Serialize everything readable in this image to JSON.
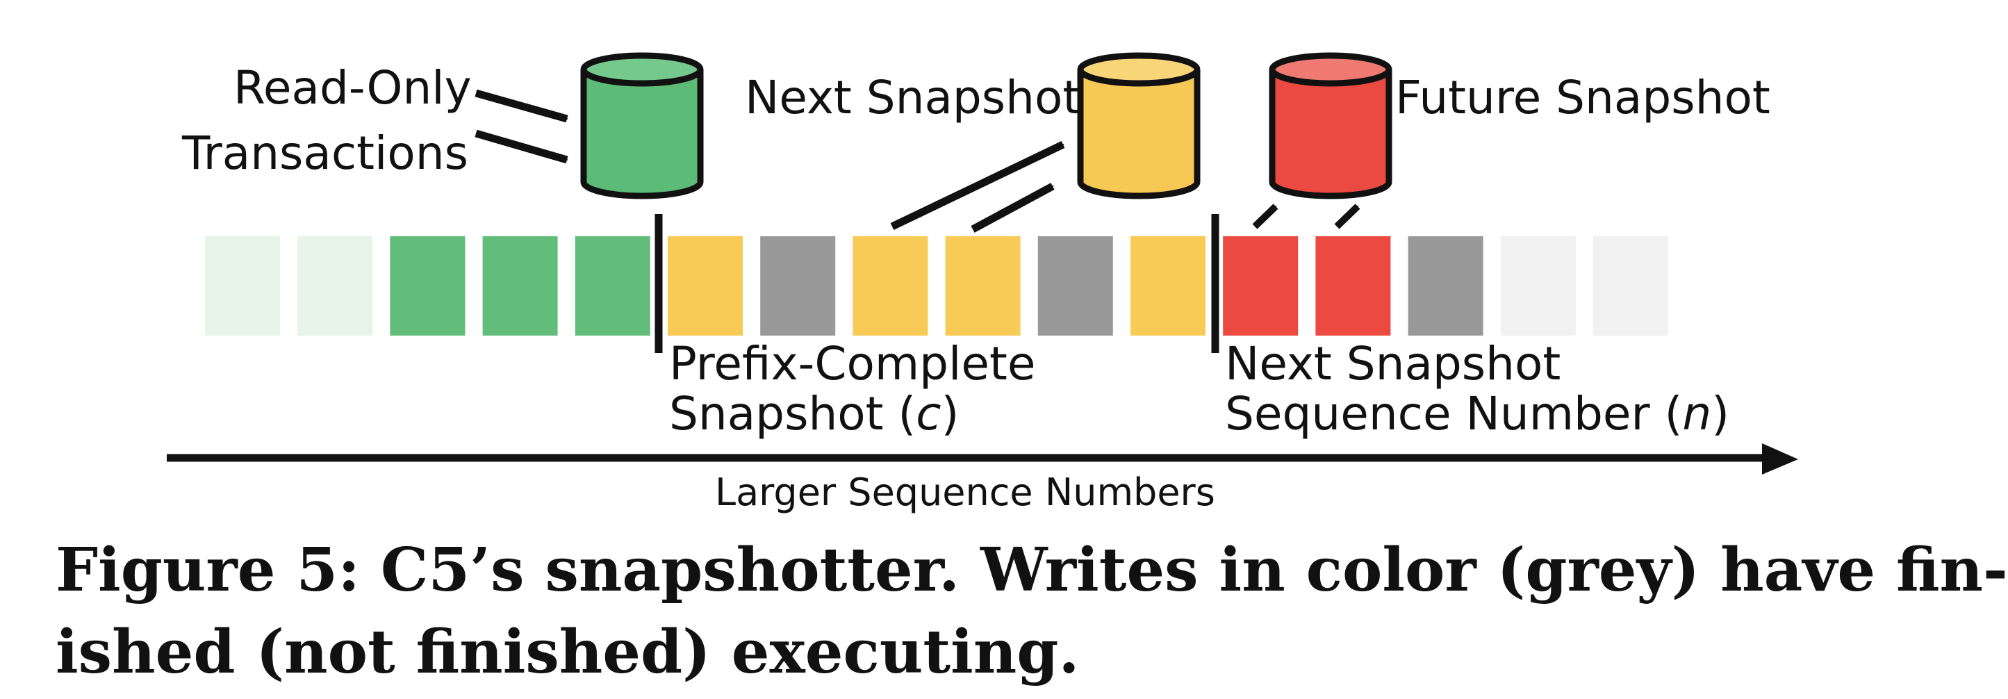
{
  "colors": {
    "green_faint": "#e6f4ea",
    "green": "#61bd79",
    "yellow": "#f7cb56",
    "grey": "#999999",
    "red": "#ec4a40",
    "blank": "#f1f1f1",
    "cyl_green": "#5cbc77",
    "cyl_yellow": "#f6c955",
    "cyl_red": "#ea4a3f",
    "stroke": "#111111"
  },
  "sequence": {
    "cells": [
      "green_faint",
      "green_faint",
      "green",
      "green",
      "green",
      "yellow",
      "grey",
      "yellow",
      "yellow",
      "grey",
      "yellow",
      "red",
      "red",
      "grey",
      "blank",
      "blank"
    ]
  },
  "snapshots": {
    "read_only_line1": "Read-Only",
    "read_only_line2": "Transactions",
    "next": "Next Snapshot",
    "future": "Future Snapshot"
  },
  "markers": {
    "prefix_line1": "Prefix-Complete",
    "prefix_line2_text": "Snapshot (",
    "prefix_var": "c",
    "prefix_close": ")",
    "next_line1": "Next Snapshot",
    "next_line2_text": "Sequence Number (",
    "next_var": "n",
    "next_close": ")"
  },
  "axis": {
    "label": "Larger Sequence Numbers"
  },
  "caption": {
    "line1": "Figure 5: C5’s snapshotter. Writes in color (grey) have fin-",
    "line2": "ished (not finished) executing."
  }
}
